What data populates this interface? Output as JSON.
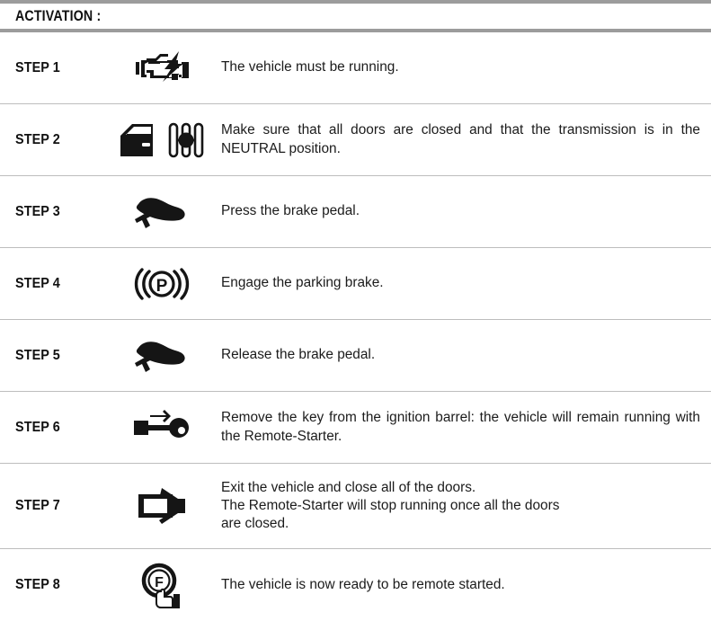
{
  "header": {
    "title": "ACTIVATION :"
  },
  "colors": {
    "header_rule": "#9c9c9c",
    "row_divider": "#bdbdbd",
    "text": "#1b1b1b",
    "icon": "#151515"
  },
  "steps": [
    {
      "label": "STEP 1",
      "icons": [
        "check-engine-icon"
      ],
      "text": "The vehicle must be running."
    },
    {
      "label": "STEP 2",
      "icons": [
        "car-door-icon",
        "transmission-neutral-icon"
      ],
      "text": "Make sure that all doors are closed and that the transmission is in the NEUTRAL position."
    },
    {
      "label": "STEP 3",
      "icons": [
        "foot-on-pedal-icon"
      ],
      "text": "Press the brake pedal."
    },
    {
      "label": "STEP 4",
      "icons": [
        "parking-brake-icon"
      ],
      "text": "Engage the parking brake."
    },
    {
      "label": "STEP 5",
      "icons": [
        "foot-on-pedal-icon"
      ],
      "text": "Release the brake pedal."
    },
    {
      "label": "STEP 6",
      "icons": [
        "key-removal-icon"
      ],
      "text": "Remove the key from the ignition barrel: the vehicle will remain running with the Remote-Starter."
    },
    {
      "label": "STEP 7",
      "icons": [
        "door-close-arrow-icon"
      ],
      "text_line1": "Exit the vehicle and close all of the doors.",
      "text_line2": "The Remote-Starter will stop running once all the doors",
      "text_line3": "are closed."
    },
    {
      "label": "STEP 8",
      "icons": [
        "remote-fob-press-icon"
      ],
      "text": "The vehicle is now ready to be remote started."
    }
  ]
}
